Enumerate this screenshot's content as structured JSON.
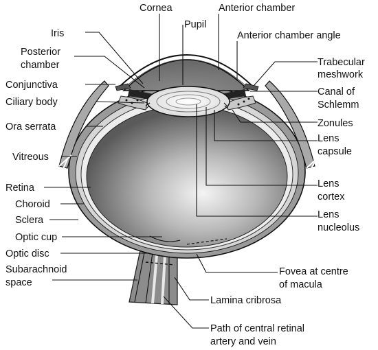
{
  "labels": {
    "cornea": "Cornea",
    "anterior_chamber": "Anterior chamber",
    "pupil": "Pupil",
    "iris": "Iris",
    "anterior_chamber_angle": "Anterior chamber angle",
    "posterior_chamber_1": "Posterior",
    "posterior_chamber_2": "chamber",
    "trabecular_meshwork_1": "Trabecular",
    "trabecular_meshwork_2": "meshwork",
    "conjunctiva": "Conjunctiva",
    "canal_of_schlemm_1": "Canal of",
    "canal_of_schlemm_2": "Schlemm",
    "ciliary_body": "Ciliary body",
    "zonules": "Zonules",
    "ora_serrata": "Ora serrata",
    "lens_capsule_1": "Lens",
    "lens_capsule_2": "capsule",
    "vitreous": "Vitreous",
    "lens_cortex_1": "Lens",
    "lens_cortex_2": "cortex",
    "retina": "Retina",
    "choroid": "Choroid",
    "sclera": "Sclera",
    "lens_nucleolus_1": "Lens",
    "lens_nucleolus_2": "nucleolus",
    "optic_cup": "Optic cup",
    "optic_disc": "Optic disc",
    "subarachnoid_1": "Subarachnoid",
    "subarachnoid_2": "space",
    "fovea_1": "Fovea at centre",
    "fovea_2": "of macula",
    "lamina_cribrosa": "Lamina cribrosa",
    "retinal_vessels_1": "Path of central retinal",
    "retinal_vessels_2": "artery and vein"
  }
}
